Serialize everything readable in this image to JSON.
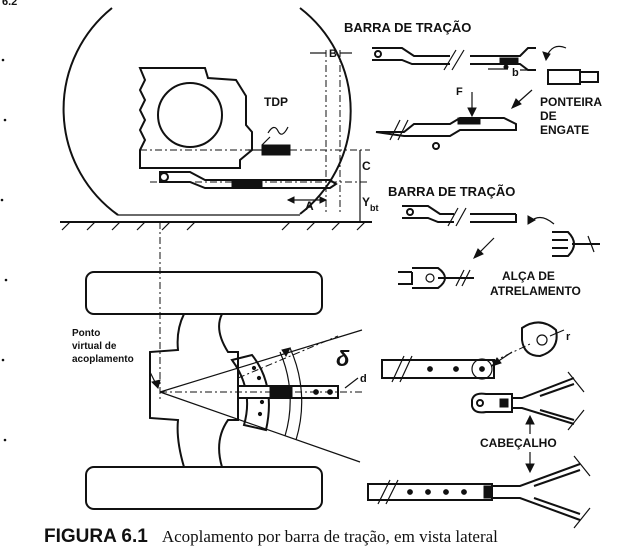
{
  "page_number_fragment": "6.2",
  "labels": {
    "barra_top": "BARRA DE TRAÇÃO",
    "barra_mid": "BARRA DE TRAÇÃO",
    "b_upper": "B",
    "b_lower": "b",
    "f": "F",
    "tdp": "TDP",
    "c": "C",
    "a": "A",
    "y": "Y",
    "y_sub": "bt",
    "ponteira_1": "PONTEIRA",
    "ponteira_2": "DE",
    "ponteira_3": "ENGATE",
    "alca_1": "ALÇA DE",
    "alca_2": "ATRELAMENTO",
    "ponto_1": "Ponto",
    "ponto_2": "virtual de",
    "ponto_3": "acoplamento",
    "delta": "δ",
    "d": "d",
    "r": "r",
    "cabecalho": "CABEÇALHO"
  },
  "caption": {
    "number": "FIGURA 6.1",
    "text": "Acoplamento por barra de tração, em vista lateral"
  },
  "colors": {
    "ink": "#111111",
    "paper": "#ffffff"
  }
}
